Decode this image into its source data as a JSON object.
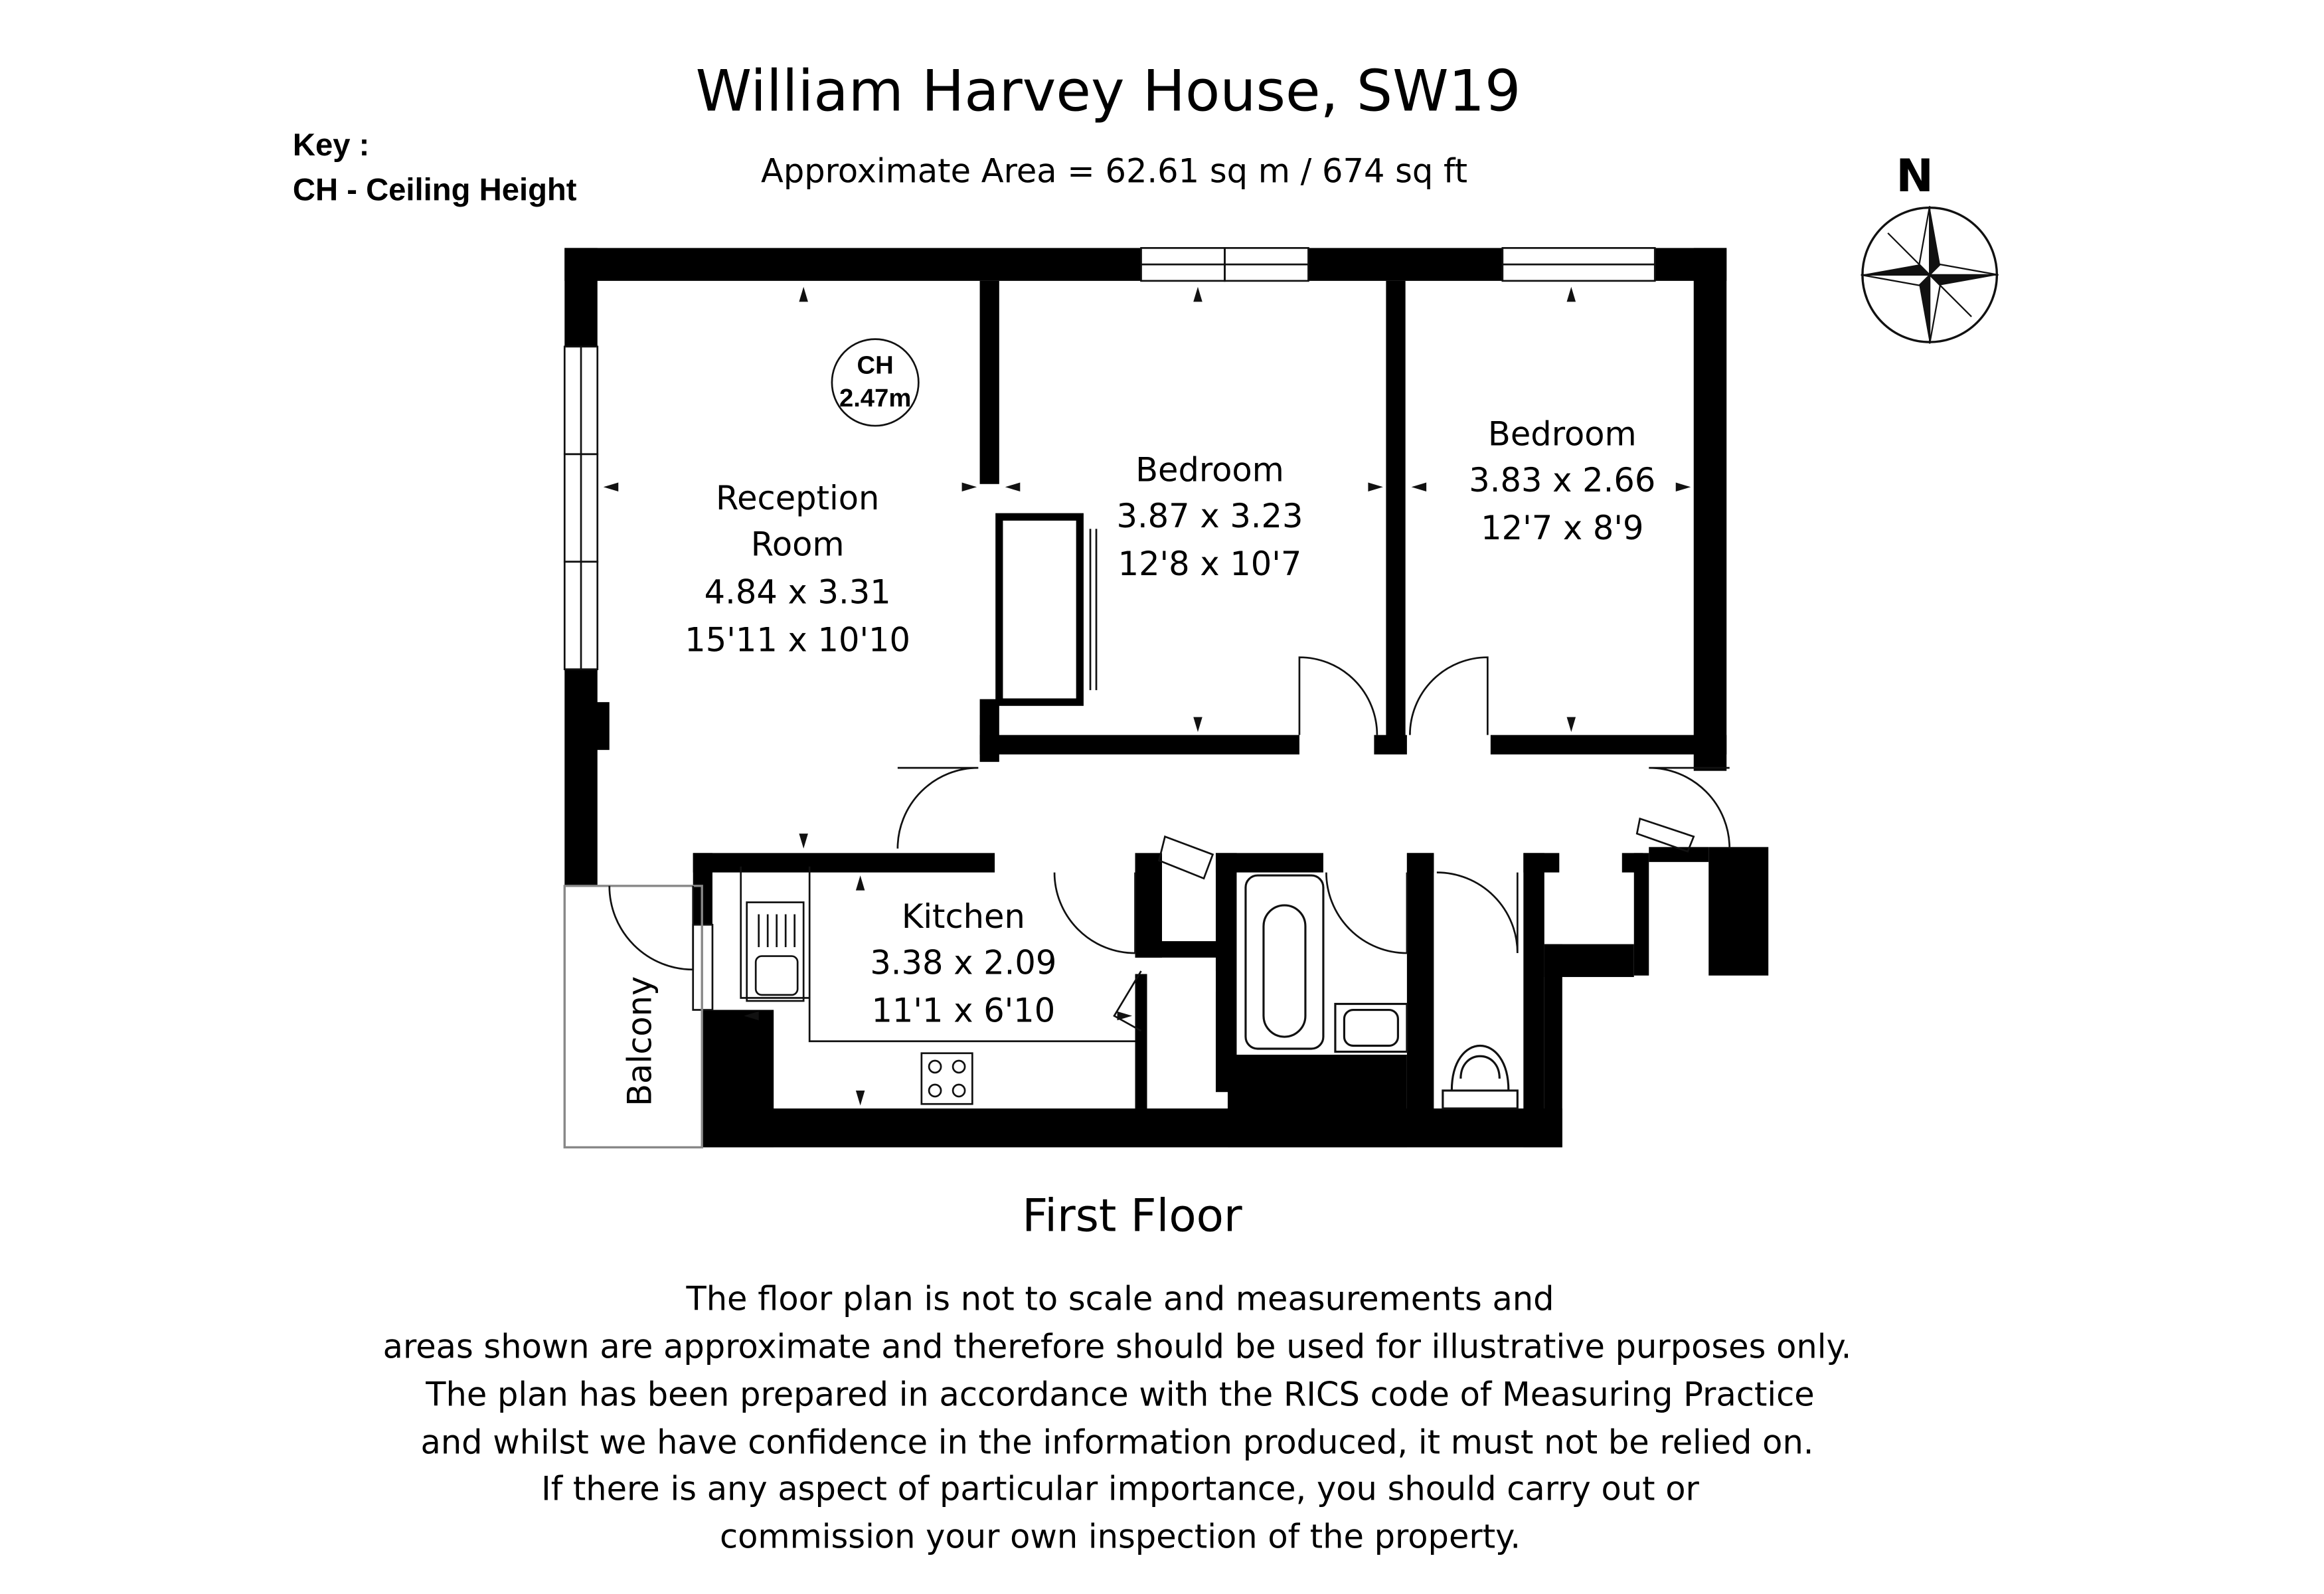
{
  "header": {
    "title": "William Harvey House, SW19",
    "area": "Approximate Area =  62.61 sq m / 674 sq ft"
  },
  "key": {
    "heading": "Key :",
    "ch": "CH - Ceiling Height"
  },
  "ceiling": {
    "label": "CH",
    "value": "2.47m"
  },
  "compass": {
    "north": "N"
  },
  "rooms": {
    "reception": {
      "name1": "Reception",
      "name2": "Room",
      "metric": "4.84 x 3.31",
      "imperial": "15'11 x 10'10"
    },
    "bedroom1": {
      "name": "Bedroom",
      "metric": "3.87 x 3.23",
      "imperial": "12'8 x 10'7"
    },
    "bedroom2": {
      "name": "Bedroom",
      "metric": "3.83 x 2.66",
      "imperial": "12'7 x 8'9"
    },
    "kitchen": {
      "name": "Kitchen",
      "metric": "3.38 x 2.09",
      "imperial": "11'1 x 6'10"
    },
    "balcony": {
      "name": "Balcony"
    }
  },
  "floor_label": "First Floor",
  "disclaimer": [
    "The floor plan is not to scale and measurements and",
    "areas shown are approximate and therefore should be used for illustrative purposes only.",
    "The plan has been prepared in accordance with the RICS code of Measuring Practice",
    "and whilst we have confidence in the information produced, it must not be relied on.",
    "If there is any aspect of particular importance, you should carry out or",
    "commission your own inspection of the property."
  ]
}
